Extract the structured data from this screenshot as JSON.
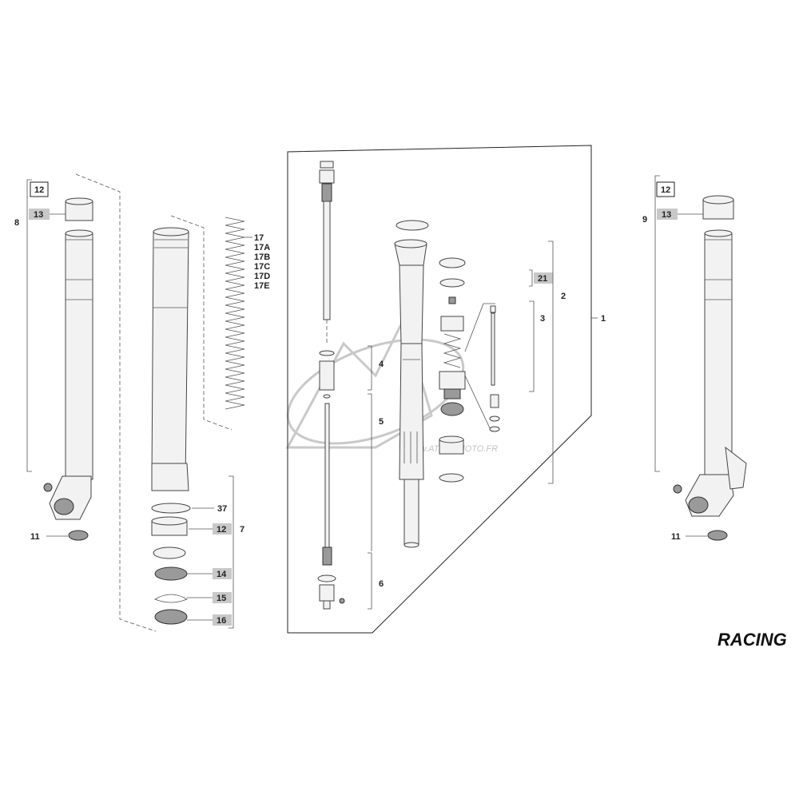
{
  "watermark": {
    "text": "www.ATOUTMOTO.FR"
  },
  "corner_label": "RACING",
  "left_leg": {
    "box_12": "12",
    "tag_13": "13",
    "group_8": "8",
    "item_11": "11"
  },
  "right_leg": {
    "box_12": "12",
    "tag_13": "13",
    "group_9": "9",
    "item_11": "11"
  },
  "outer_tube": {
    "spring_labels": [
      "17",
      "17A",
      "17B",
      "17C",
      "17D",
      "17E"
    ],
    "item_37": "37",
    "item_12": "12",
    "item_14": "14",
    "item_15": "15",
    "item_16": "16",
    "group_7": "7"
  },
  "cartridge": {
    "group_1": "1",
    "group_2": "2",
    "group_3": "3",
    "group_4": "4",
    "group_5": "5",
    "group_6": "6",
    "item_21": "21"
  }
}
